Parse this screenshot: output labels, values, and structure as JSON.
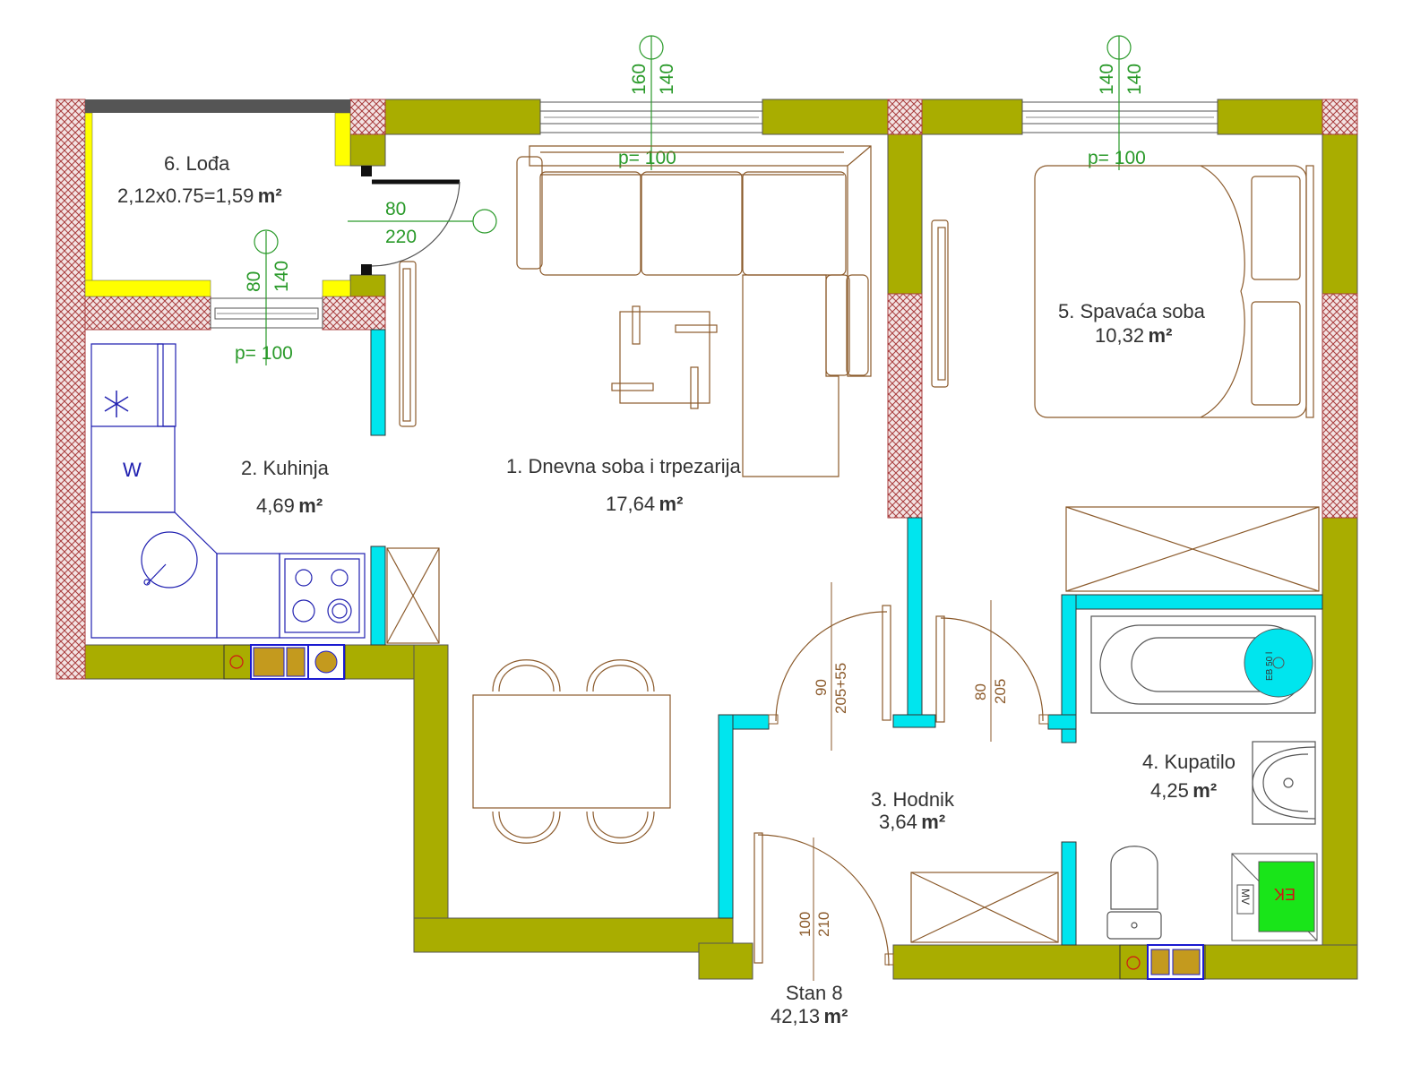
{
  "rooms": [
    {
      "name": "6. Lođa",
      "area": "2,12x0.75=1,59",
      "unit": "m²"
    },
    {
      "name": "2. Kuhinja",
      "area": "4,69",
      "unit": "m²"
    },
    {
      "name": "1. Dnevna soba i trpezarija",
      "area": "17,64",
      "unit": "m²"
    },
    {
      "name": "5. Spavaća soba",
      "area": "10,32",
      "unit": "m²"
    },
    {
      "name": "4. Kupatilo",
      "area": "4,25",
      "unit": "m²"
    },
    {
      "name": "3. Hodnik",
      "area": "3,64",
      "unit": "m²"
    },
    {
      "name": "Stan 8",
      "area": "42,13",
      "unit": "m²"
    }
  ],
  "windows": [
    {
      "width": "160",
      "height": "140",
      "sill": "p= 100"
    },
    {
      "width": "140",
      "height": "140",
      "sill": "p= 100"
    },
    {
      "width": "80",
      "height": "140",
      "sill": "p= 100"
    }
  ],
  "balcony_door": {
    "width": "80",
    "height": "220"
  },
  "doors": [
    {
      "width": "90",
      "height": "205+55"
    },
    {
      "width": "80",
      "height": "205"
    },
    {
      "width": "100",
      "height": "210"
    }
  ],
  "fixtures": {
    "washer": "W",
    "boiler": "EB 50 l",
    "heater": "EK",
    "meter": "MV"
  },
  "colors": {
    "wall": "#a9ad00",
    "partition": "#00e5ee",
    "brick": "#a83c3c",
    "furniture": "#8b5a2b",
    "dimension": "#2a9a2a",
    "kitchen": "#2020b0",
    "ledge": "#ffff00"
  }
}
